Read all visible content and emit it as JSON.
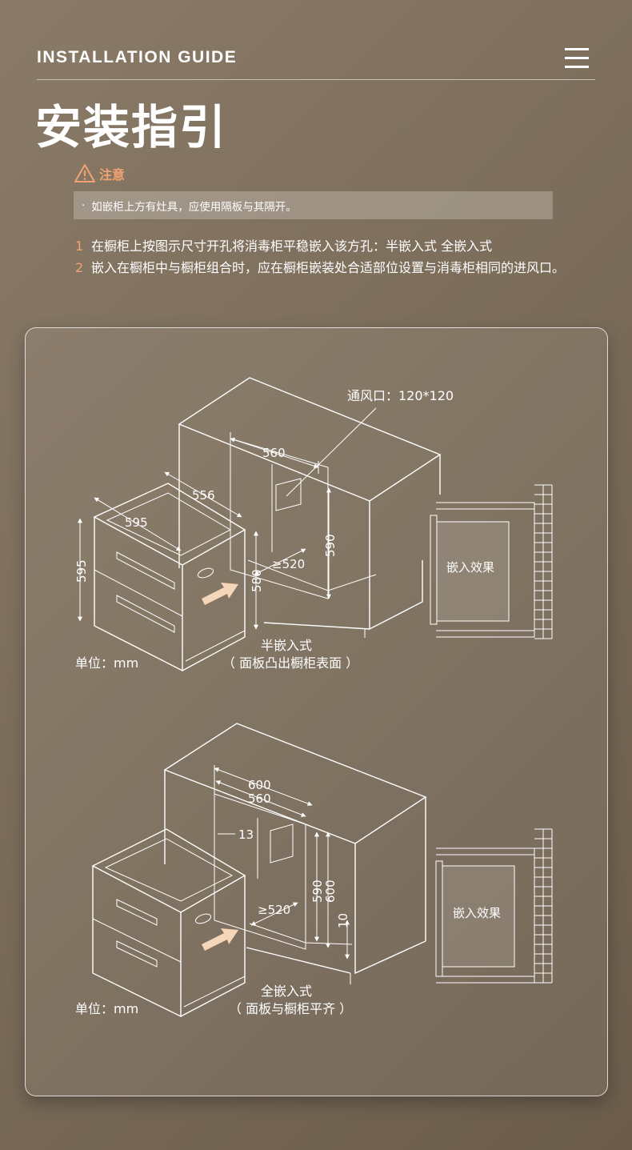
{
  "header": {
    "title": "INSTALLATION GUIDE",
    "menu_icon": "hamburger-menu-icon"
  },
  "page_title": "安装指引",
  "notice": {
    "heading": "注意",
    "icon": "warning-triangle-icon",
    "accent_color": "#f2a272",
    "text": "如嵌柜上方有灶具，应使用隔板与其隔开。"
  },
  "steps": [
    {
      "num": "1",
      "text": "在橱柜上按图示尺寸开孔将消毒柜平稳嵌入该方孔：半嵌入式   全嵌入式"
    },
    {
      "num": "2",
      "text": "嵌入在橱柜中与橱柜组合时，应在橱柜嵌装处合适部位设置与消毒柜相同的进风口。"
    }
  ],
  "diagram1": {
    "vent_label": "通风口：120*120",
    "dims": {
      "d560": "560",
      "d556": "556",
      "d595w": "595",
      "d595h": "595",
      "d590": "590",
      "d580": "580",
      "d520": "≥520"
    },
    "effect_label": "嵌入效果",
    "caption_title": "半嵌入式",
    "caption_sub": "（ 面板凸出橱柜表面 ）",
    "unit": "单位：mm"
  },
  "diagram2": {
    "dims": {
      "d600w": "600",
      "d560": "560",
      "d13": "13",
      "d590": "590",
      "d600h": "600",
      "d520": "≥520",
      "d10": "10"
    },
    "effect_label": "嵌入效果",
    "caption_title": "全嵌入式",
    "caption_sub": "（ 面板与橱柜平齐 ）",
    "unit": "单位：mm"
  }
}
